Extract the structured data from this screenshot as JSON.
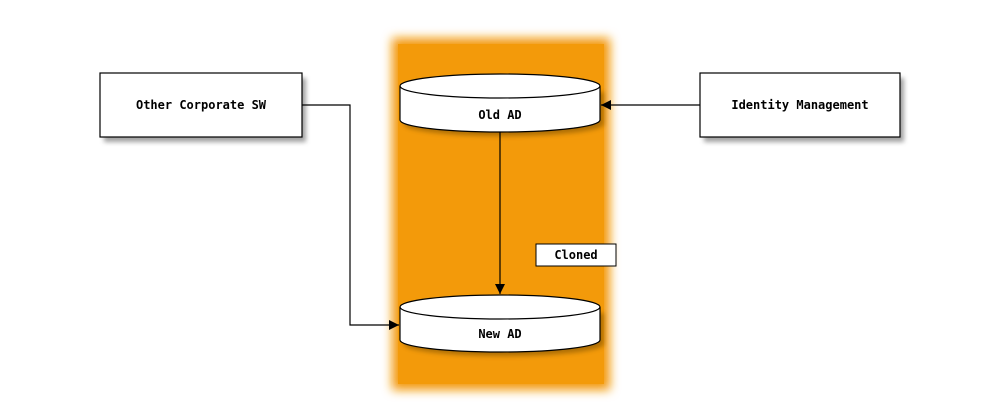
{
  "nodes": {
    "other_sw": "Other Corporate SW",
    "old_ad": "Old AD",
    "identity_mgmt": "Identity Management",
    "new_ad": "New AD"
  },
  "edge_labels": {
    "cloned": "Cloned"
  },
  "colors": {
    "cluster_fill": "#f39a0a",
    "node_fill": "#ffffff",
    "stroke": "#000000"
  }
}
